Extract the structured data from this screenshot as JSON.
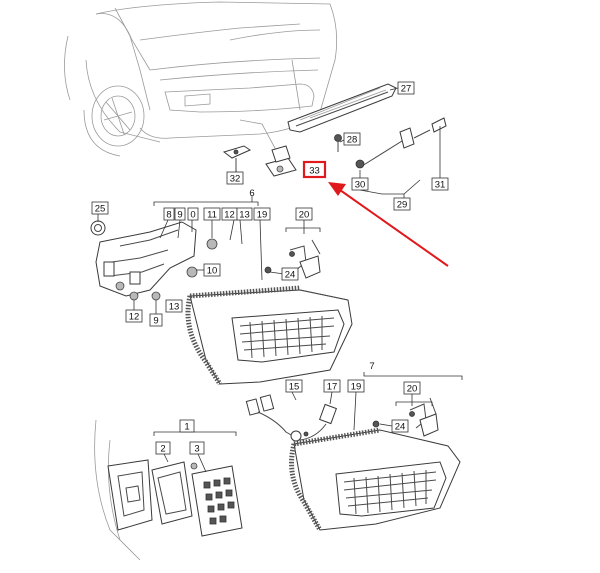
{
  "callouts": {
    "c1": "1",
    "c2": "2",
    "c3": "3",
    "c6": "6",
    "c7": "7",
    "c8": "8",
    "c9a": "9",
    "c0": "0",
    "c11": "11",
    "c12a": "12",
    "c13a": "13",
    "c19a": "19",
    "c20a": "20",
    "c25": "25",
    "c10": "10",
    "c24a": "24",
    "c12b": "12",
    "c9b": "9",
    "c13b": "13",
    "c27": "27",
    "c28": "28",
    "c29": "29",
    "c30": "30",
    "c31": "31",
    "c32": "32",
    "c33": "33",
    "c15": "15",
    "c17": "17",
    "c19b": "19",
    "c20b": "20",
    "c24b": "24"
  },
  "highlight": {
    "color": "#e0191c",
    "target": "33"
  }
}
